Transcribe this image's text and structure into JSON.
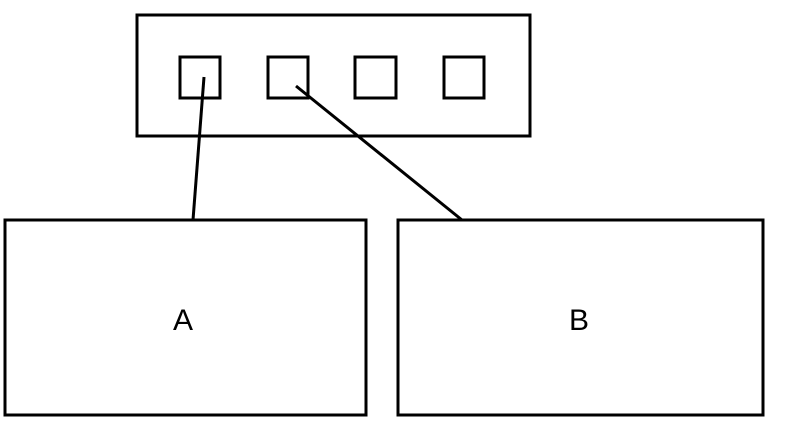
{
  "diagram": {
    "hub": {
      "ports": [
        "port-1",
        "port-2",
        "port-3",
        "port-4"
      ]
    },
    "boxes": [
      {
        "id": "box-a",
        "label": "A",
        "connected_port": 0
      },
      {
        "id": "box-b",
        "label": "B",
        "connected_port": 1
      }
    ],
    "colors": {
      "stroke": "#000000",
      "background": "#ffffff"
    }
  }
}
